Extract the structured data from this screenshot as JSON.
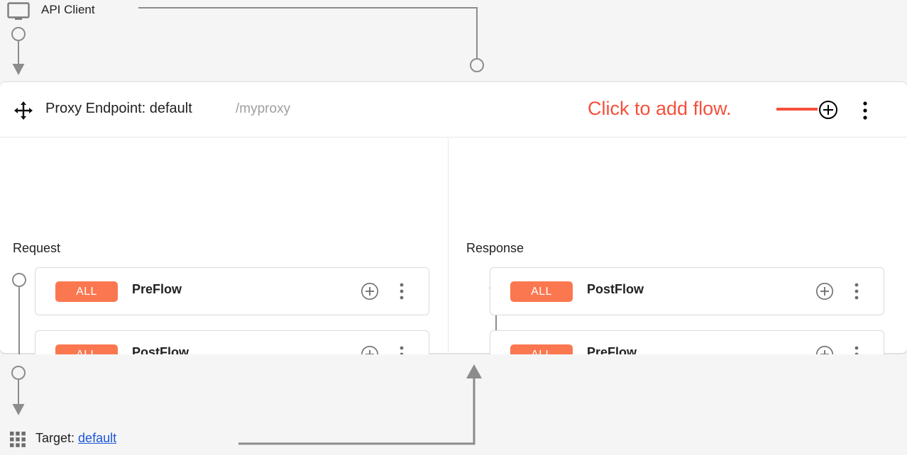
{
  "client": {
    "label": "API Client",
    "icon": "monitor-icon"
  },
  "proxy": {
    "title": "Proxy Endpoint: default",
    "basepath": "/myproxy",
    "drag_icon": "drag-move-icon",
    "add_icon": "plus-circle-icon",
    "menu_icon": "more-vertical-icon",
    "annotation": {
      "text": "Click to add flow.",
      "color": "#f4503c"
    },
    "columns": [
      {
        "id": "request",
        "title": "Request",
        "direction": "down",
        "cards": [
          {
            "badge": "ALL",
            "name": "PreFlow",
            "add_icon": "plus-circle-icon",
            "menu_icon": "more-vertical-icon"
          },
          {
            "badge": "ALL",
            "name": "PostFlow",
            "add_icon": "plus-circle-icon",
            "menu_icon": "more-vertical-icon"
          }
        ]
      },
      {
        "id": "response",
        "title": "Response",
        "direction": "up",
        "cards": [
          {
            "badge": "ALL",
            "name": "PostFlow",
            "add_icon": "plus-circle-icon",
            "menu_icon": "more-vertical-icon"
          },
          {
            "badge": "ALL",
            "name": "PreFlow",
            "add_icon": "plus-circle-icon",
            "menu_icon": "more-vertical-icon"
          }
        ]
      }
    ]
  },
  "target": {
    "prefix": "Target:",
    "link": "default",
    "icon": "grid-apps-icon"
  },
  "colors": {
    "badge": "#fb7750",
    "annotation": "#f4503c",
    "link": "#1a56db",
    "connector": "#8c8c8c",
    "panel_bg": "#ffffff",
    "page_bg": "#f5f5f5"
  }
}
